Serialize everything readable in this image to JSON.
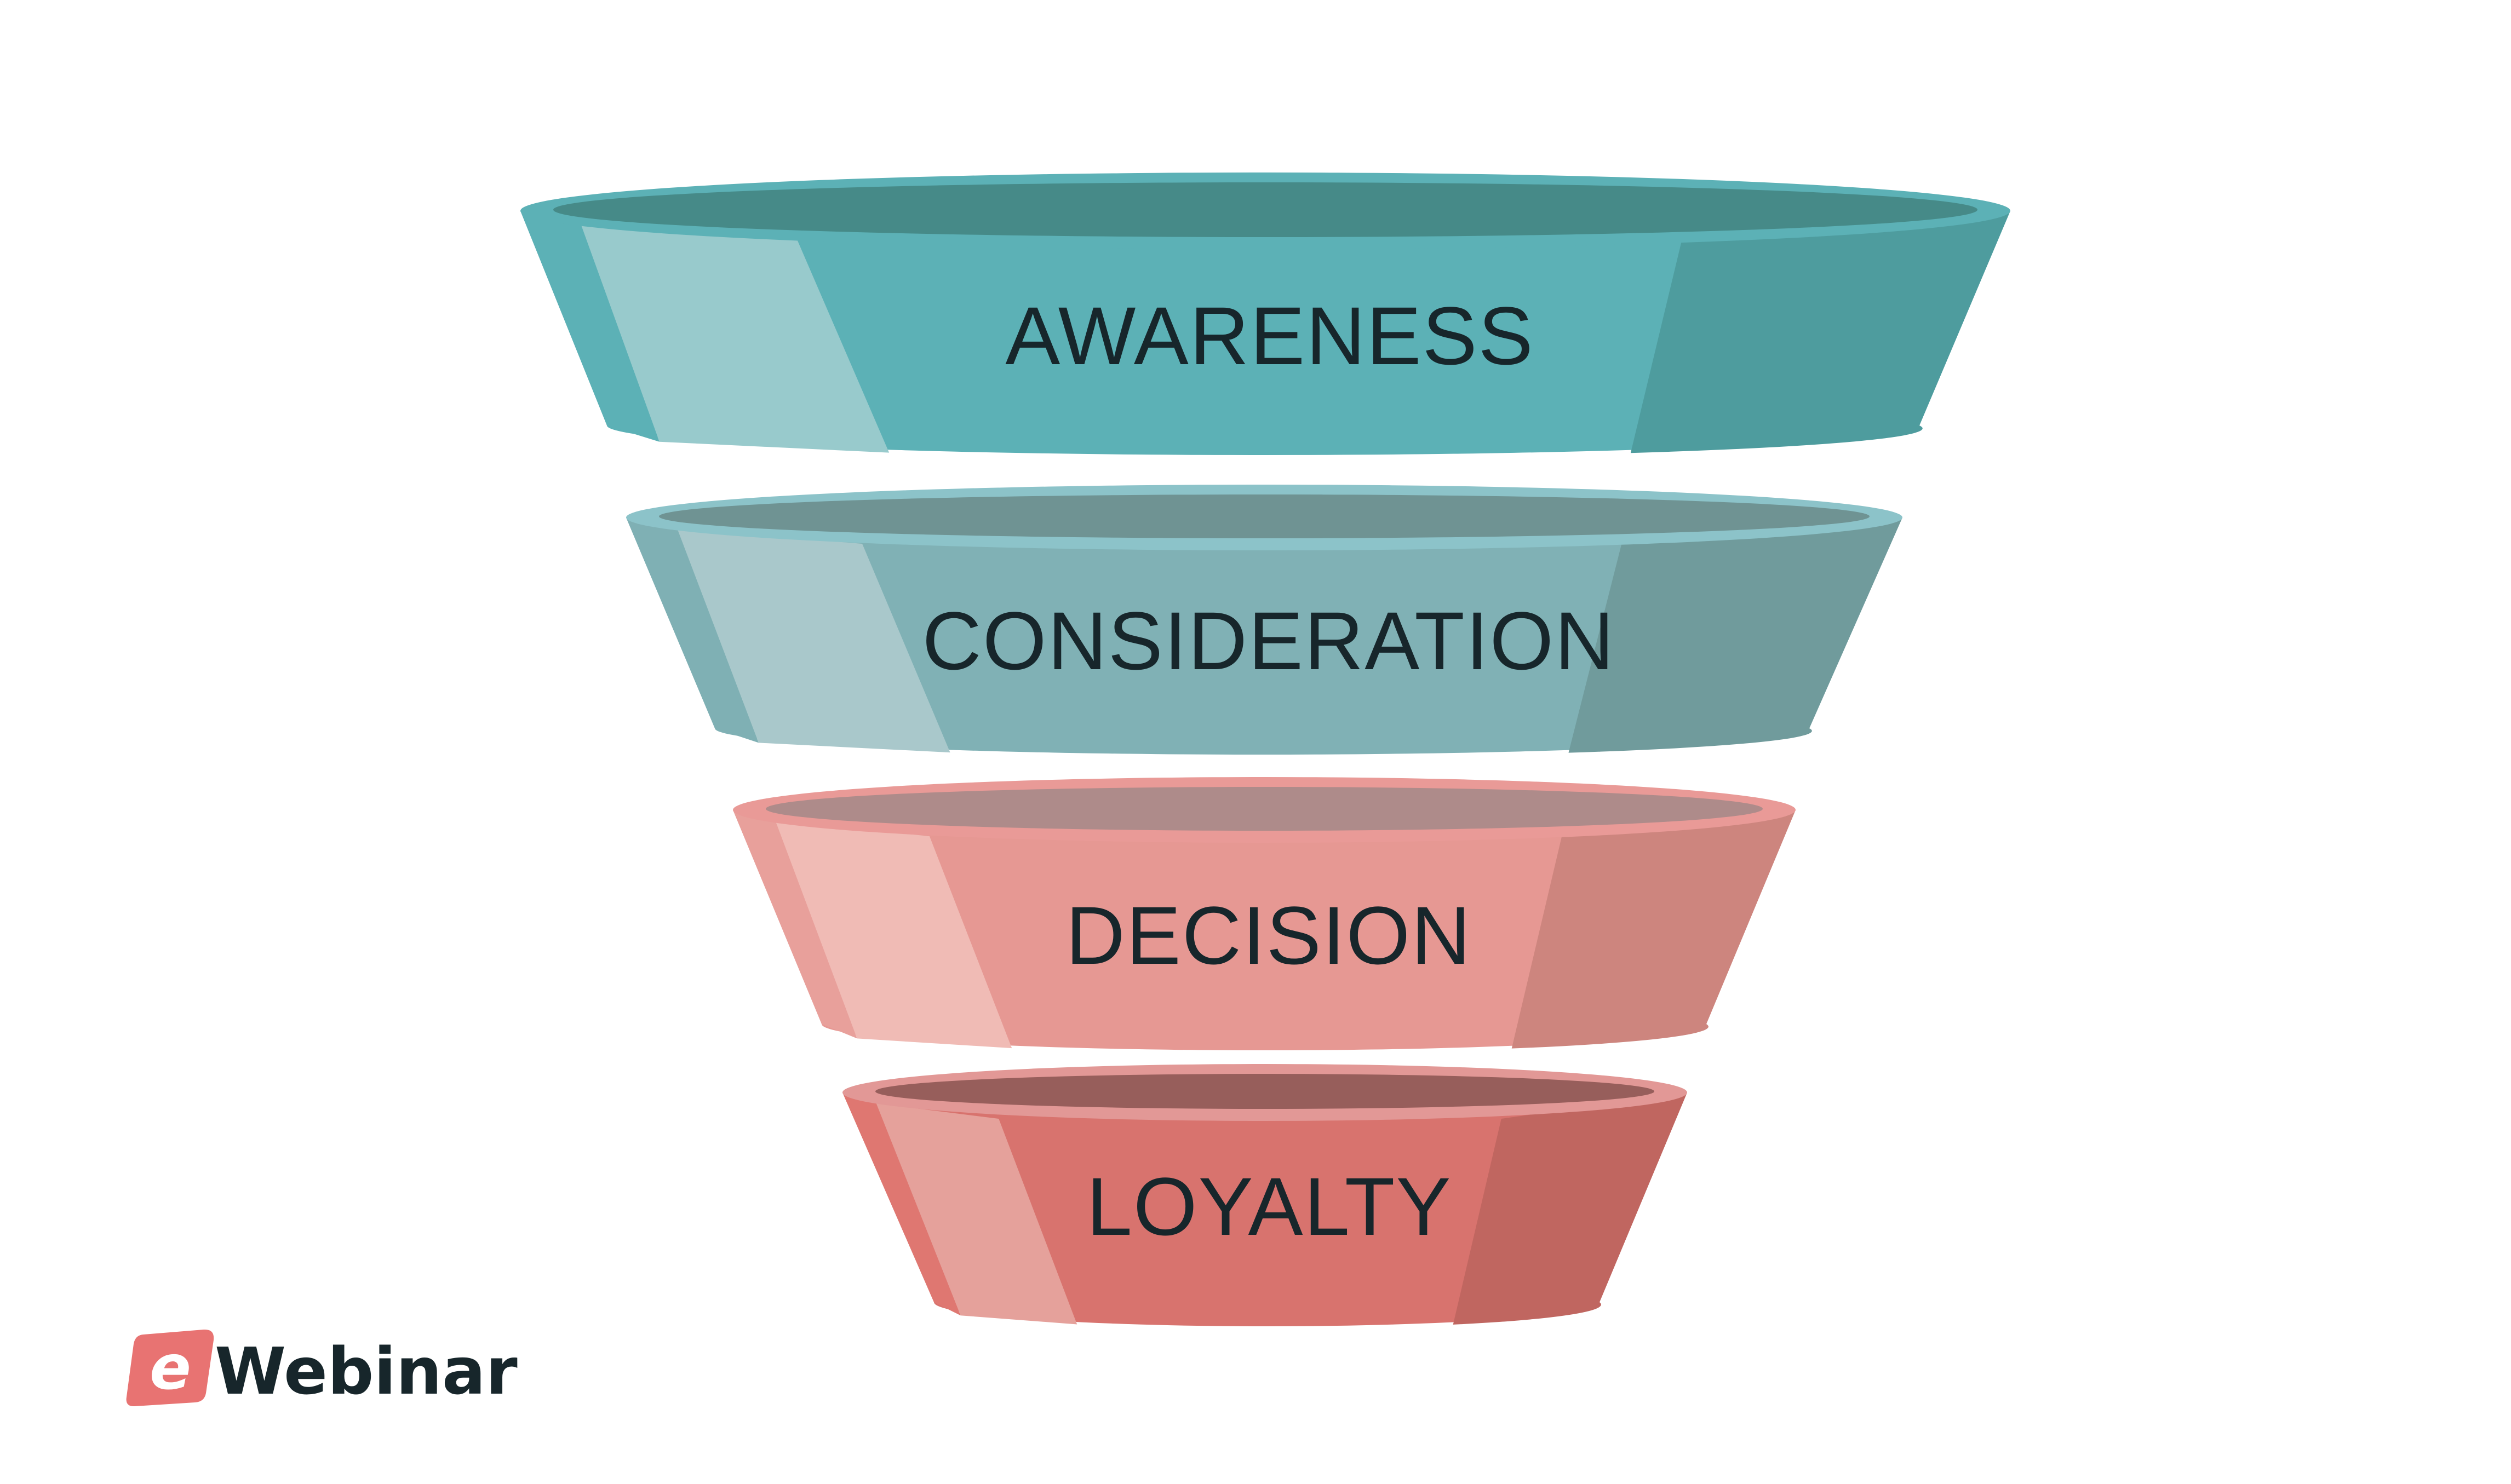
{
  "funnel": {
    "stages": [
      {
        "label": "AWARENESS",
        "colors": {
          "rim": "#5cb1b6",
          "inner": "#468a88",
          "left_edge": "#5cb1b6",
          "highlight": "#98cacc",
          "mid": "#5cb1b6",
          "right": "#4e9c9e"
        }
      },
      {
        "label": "CONSIDERATION",
        "colors": {
          "rim": "#8cc3c9",
          "inner": "#6f9393",
          "left_edge": "#7fb0b4",
          "highlight": "#a9c8cb",
          "mid": "#80b1b5",
          "right": "#709b9c"
        }
      },
      {
        "label": "DECISION",
        "colors": {
          "rim": "#e99a97",
          "inner": "#ae8b8a",
          "left_edge": "#e8a09b",
          "highlight": "#f0bbb5",
          "mid": "#e69893",
          "right": "#cd857e"
        }
      },
      {
        "label": "LOYALTY",
        "colors": {
          "rim": "#e29896",
          "inner": "#975e5b",
          "left_edge": "#df7771",
          "highlight": "#e5a19b",
          "mid": "#d8736e",
          "right": "#c06660"
        }
      }
    ]
  },
  "logo": {
    "badge_letter": "e",
    "wordmark": "Webinar",
    "colors": {
      "badge": "#e87372",
      "text": "#17262b"
    }
  }
}
